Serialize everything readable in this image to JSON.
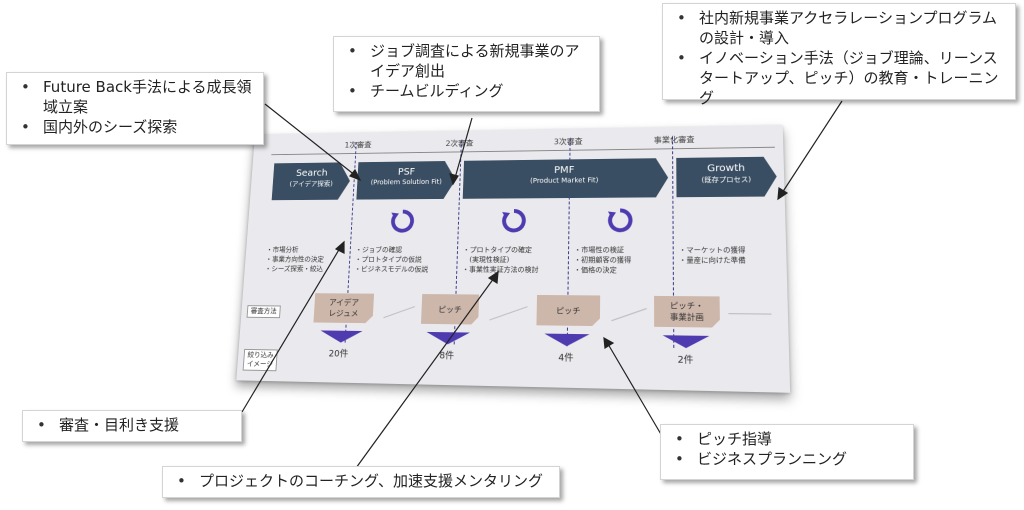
{
  "callouts": {
    "top_left": [
      "Future Back手法による成長領域立案",
      "国内外のシーズ探索"
    ],
    "top_middle": [
      "ジョブ調査による新規事業のアイデア創出",
      "チームビルディング"
    ],
    "top_right": [
      "社内新規事業アクセラレーションプログラムの設計・導入",
      "イノベーション手法（ジョブ理論、リーンスタートアップ、ピッチ）の教育・トレーニング"
    ],
    "bottom_left": [
      "審査・目利き支援"
    ],
    "bottom_middle": [
      "プロジェクトのコーチング、加速支援メンタリング"
    ],
    "bottom_right": [
      "ピッチ指導",
      "ビジネスプランニング"
    ]
  },
  "slide": {
    "gates": [
      "1次審査",
      "2次審査",
      "3次審査",
      "事業化審査"
    ],
    "stages": [
      {
        "title": "Search",
        "subtitle": "(アイデア探索)"
      },
      {
        "title": "PSF",
        "subtitle": "(Problem Solution Fit)"
      },
      {
        "title": "PMF",
        "subtitle": "(Product Market Fit)"
      },
      {
        "title": "Growth",
        "subtitle": "(既存プロセス)"
      }
    ],
    "bullets": [
      [
        "・市場分析",
        "・事業方向性の決定",
        "・シーズ探索・絞込"
      ],
      [
        "・ジョブの確認",
        "・プロトタイプの仮説",
        "・ビジネスモデルの仮説"
      ],
      [
        "・プロトタイプの確定",
        "　(実現性検証)",
        "・事業性実証方法の検討"
      ],
      [
        "・市場性の検証",
        "・初期顧客の獲得",
        "・価格の決定"
      ],
      [
        "・マーケットの獲得",
        "・量産に向けた準備"
      ]
    ],
    "method_label": "審査方法",
    "image_label_line1": "絞り込み",
    "image_label_line2": "イメージ",
    "methods": [
      "アイデア\nレジュメ",
      "ピッチ",
      "ピッチ",
      "ピッチ・\n事業計画"
    ],
    "counts": [
      "20件",
      "8件",
      "4件",
      "2件"
    ],
    "colors": {
      "arrow": "#3a4e63",
      "cycle": "#4f3bb0",
      "note": "#cdb6aa",
      "funnel": "#4f3bb0"
    }
  }
}
